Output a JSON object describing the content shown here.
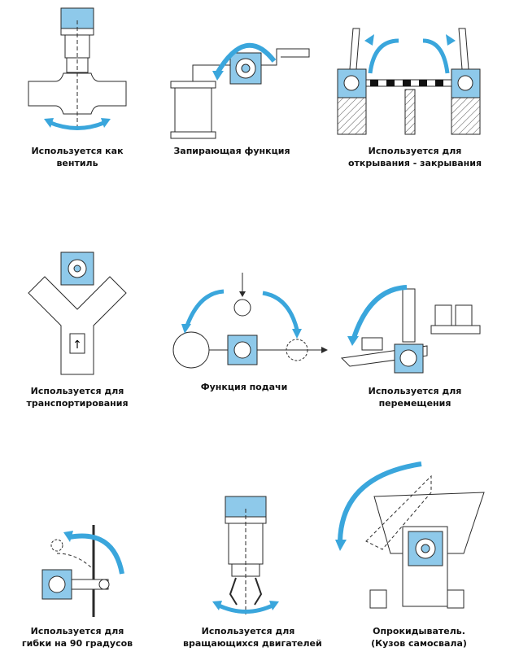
{
  "colors": {
    "arrow": "#3aa6dc",
    "actuator": "#8ec9ea",
    "outline": "#2a2a2a",
    "hatch": "#555555"
  },
  "items": [
    {
      "id": "valve",
      "lines": [
        "Используется как",
        "вентиль"
      ]
    },
    {
      "id": "locking",
      "lines": [
        "Запирающая функция"
      ]
    },
    {
      "id": "gate",
      "lines": [
        "Используется для",
        "открывания - закрывания"
      ]
    },
    {
      "id": "transport",
      "lines": [
        "Используется для",
        "транспортирования"
      ]
    },
    {
      "id": "feed",
      "lines": [
        "Функция подачи"
      ]
    },
    {
      "id": "moving",
      "lines": [
        "Используется для",
        "перемещения"
      ]
    },
    {
      "id": "bending",
      "lines": [
        "Используется для",
        "гибки на 90 градусов"
      ]
    },
    {
      "id": "motors",
      "lines": [
        "Используется для",
        "вращающихся двигателей"
      ]
    },
    {
      "id": "tipper",
      "lines": [
        "Опрокидыватель.",
        "(Кузов самосвала)"
      ]
    }
  ]
}
